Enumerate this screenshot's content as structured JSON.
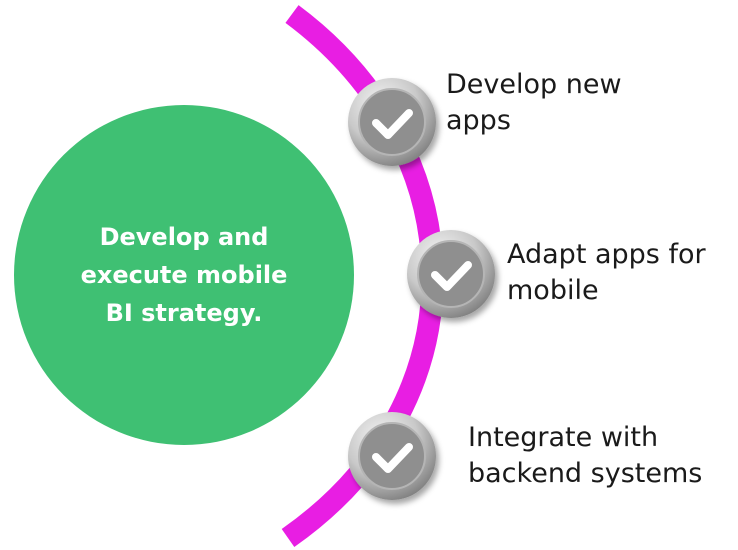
{
  "center": {
    "text": "Develop and\nexecute mobile\nBI strategy.",
    "color": "#3fc073"
  },
  "arc_color": "#e81ee3",
  "items": [
    {
      "label": "Develop new\napps",
      "icon": "checkmark-icon"
    },
    {
      "label": "Adapt apps for\nmobile",
      "icon": "checkmark-icon"
    },
    {
      "label": "Integrate with\nbackend systems",
      "icon": "checkmark-icon"
    }
  ]
}
